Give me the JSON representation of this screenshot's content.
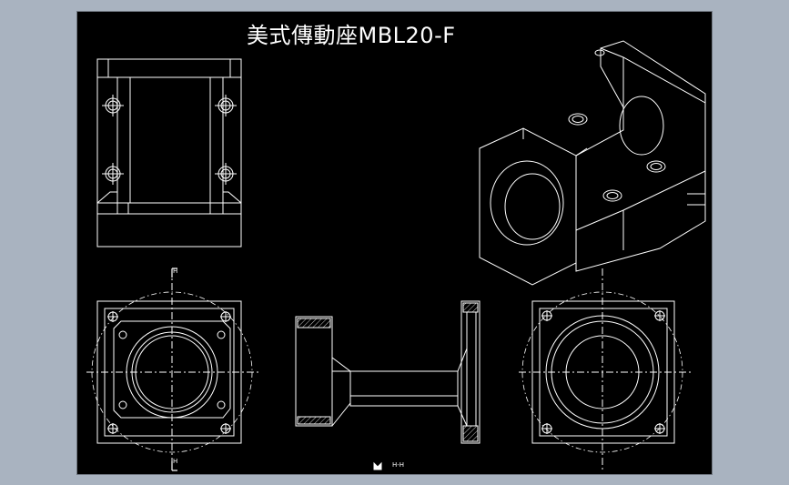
{
  "drawing": {
    "title": "美式傳動座MBL20-F",
    "section_label": "H-H",
    "section_marker_top": "H",
    "section_marker_bottom": "H"
  },
  "colors": {
    "background": "#a9b3c0",
    "sheet": "#000000",
    "line": "#ffffff"
  }
}
